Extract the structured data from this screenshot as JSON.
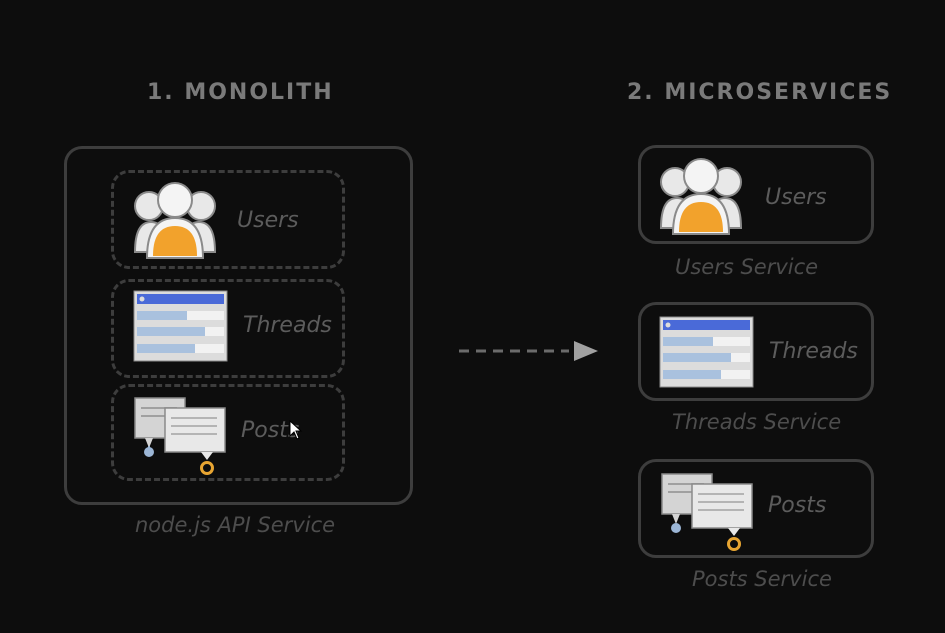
{
  "monolith": {
    "heading": "1. MONOLITH",
    "caption": "node.js API Service",
    "modules": {
      "users": "Users",
      "threads": "Threads",
      "posts": "Posts"
    }
  },
  "microservices": {
    "heading": "2. MICROSERVICES",
    "services": {
      "users": {
        "label": "Users",
        "caption": "Users Service"
      },
      "threads": {
        "label": "Threads",
        "caption": "Threads Service"
      },
      "posts": {
        "label": "Posts",
        "caption": "Posts Service"
      }
    }
  },
  "colors": {
    "background": "#0d0d0d",
    "user_accent": "#f2a22c",
    "thread_accent": "#4a6ad8",
    "thread_row": "#a9c1de",
    "post_pin_blue": "#9cb6d6",
    "post_pin_orange": "#e7a532"
  },
  "icons": [
    "users-icon",
    "threads-icon",
    "posts-icon",
    "arrow-right-icon",
    "mouse-cursor-icon"
  ]
}
